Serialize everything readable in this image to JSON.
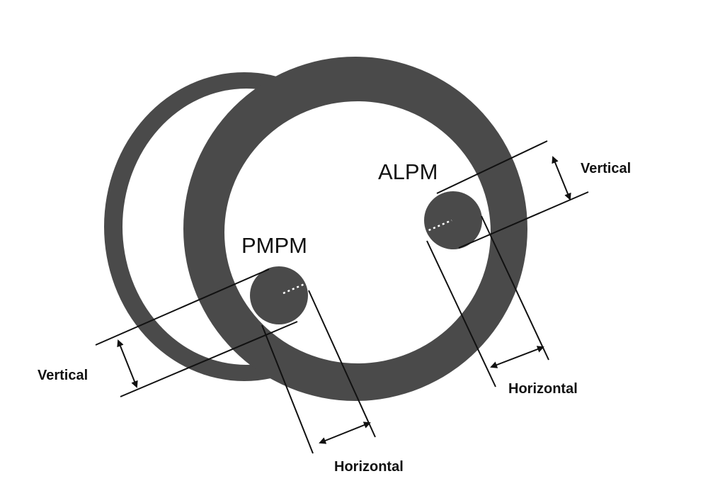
{
  "labels": {
    "alpm": "ALPM",
    "pmpm": "PMPM",
    "vertical_right": "Vertical",
    "vertical_left": "Vertical",
    "horizontal_right": "Horizontal",
    "horizontal_left": "Horizontal"
  },
  "colors": {
    "wall": "#4a4a4a",
    "background": "#ffffff",
    "line": "#111111"
  }
}
